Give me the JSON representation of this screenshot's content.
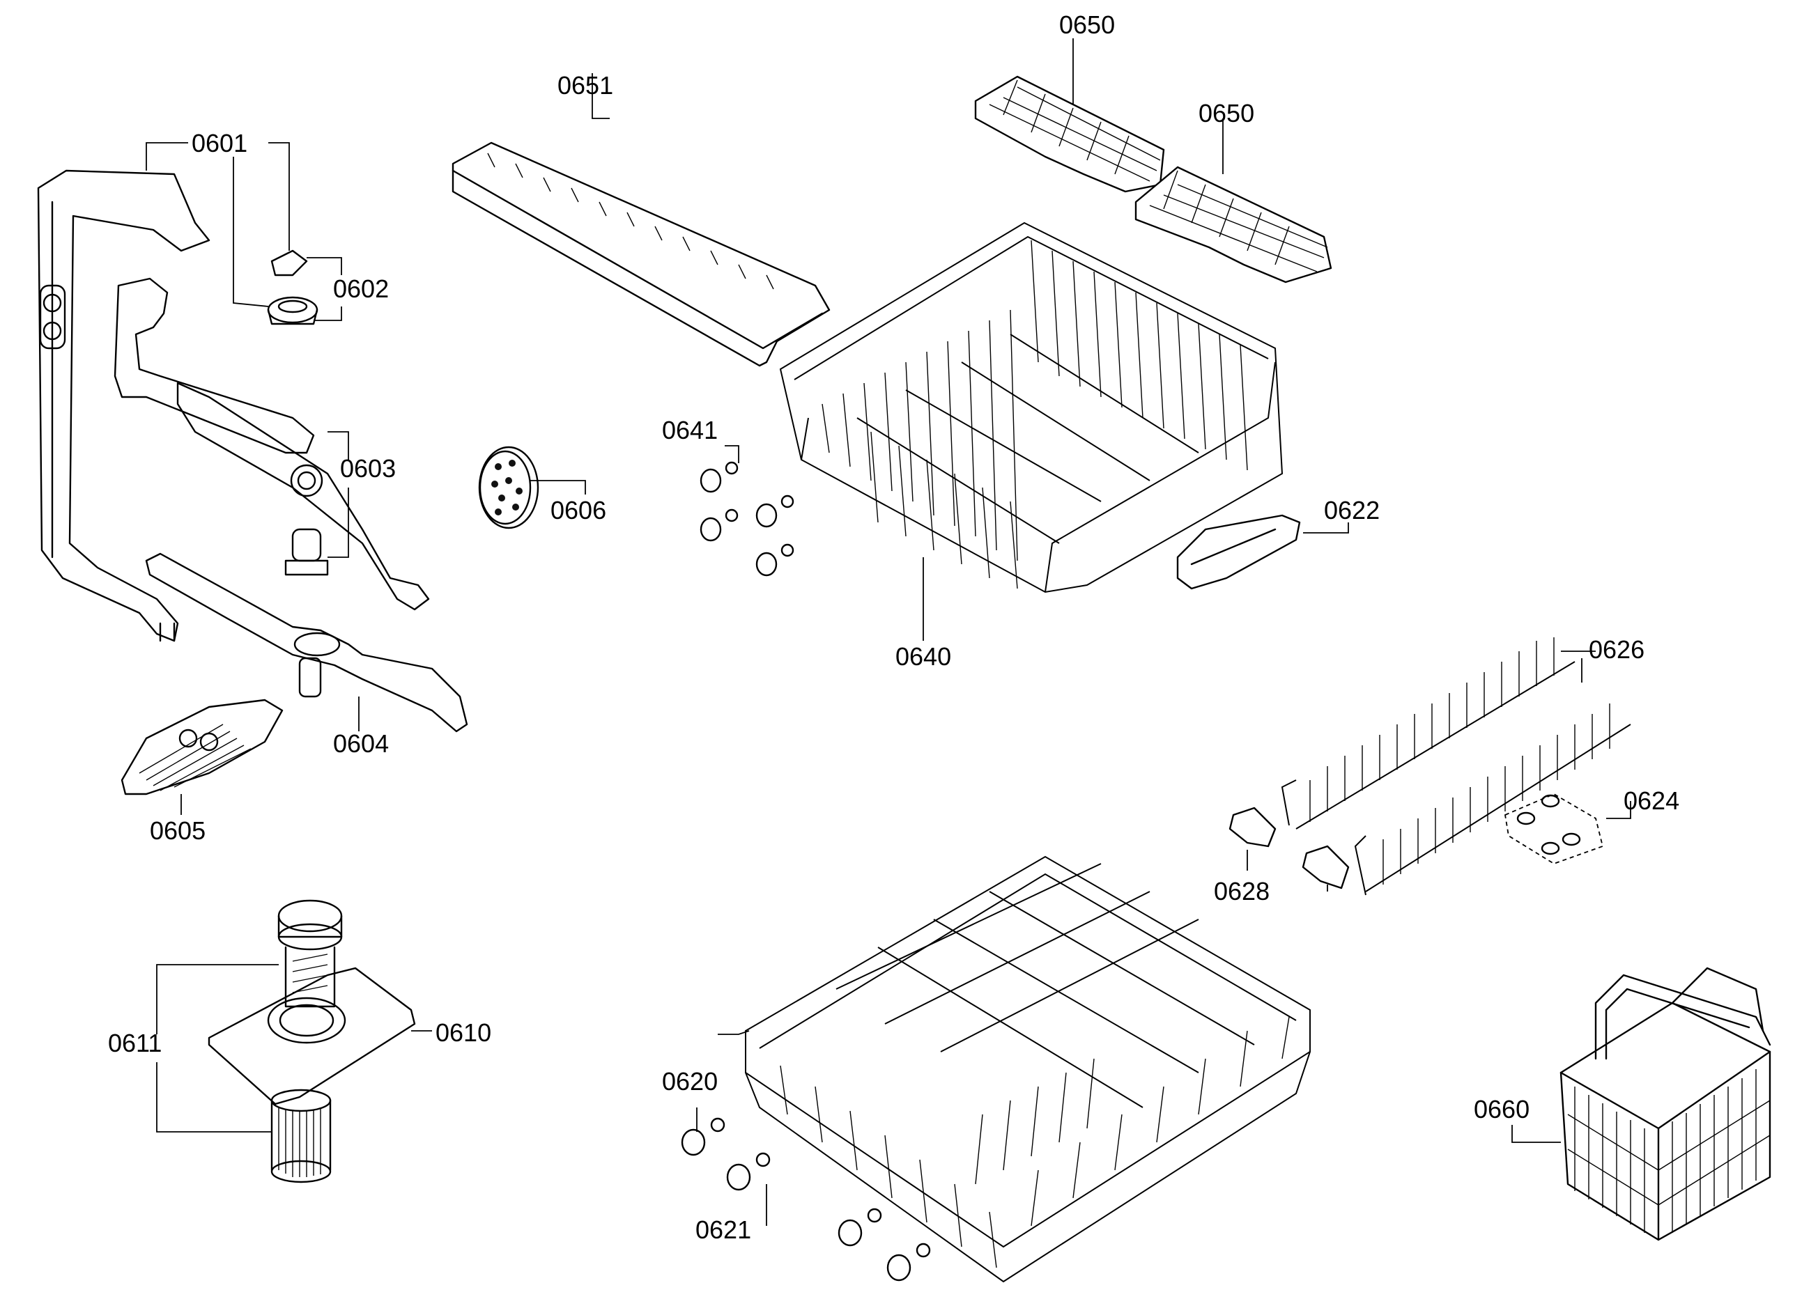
{
  "parts": [
    {
      "id": "p0601",
      "label": "0601"
    },
    {
      "id": "p0602",
      "label": "0602"
    },
    {
      "id": "p0603",
      "label": "0603"
    },
    {
      "id": "p0604",
      "label": "0604"
    },
    {
      "id": "p0605",
      "label": "0605"
    },
    {
      "id": "p0606",
      "label": "0606"
    },
    {
      "id": "p0610",
      "label": "0610"
    },
    {
      "id": "p0611",
      "label": "0611"
    },
    {
      "id": "p0620",
      "label": "0620"
    },
    {
      "id": "p0621",
      "label": "0621"
    },
    {
      "id": "p0622",
      "label": "0622"
    },
    {
      "id": "p0624",
      "label": "0624"
    },
    {
      "id": "p0626",
      "label": "0626"
    },
    {
      "id": "p0628",
      "label": "0628"
    },
    {
      "id": "p0640",
      "label": "0640"
    },
    {
      "id": "p0641",
      "label": "0641"
    },
    {
      "id": "p0650a",
      "label": "0650"
    },
    {
      "id": "p0650b",
      "label": "0650"
    },
    {
      "id": "p0651",
      "label": "0651"
    },
    {
      "id": "p0660",
      "label": "0660"
    }
  ]
}
